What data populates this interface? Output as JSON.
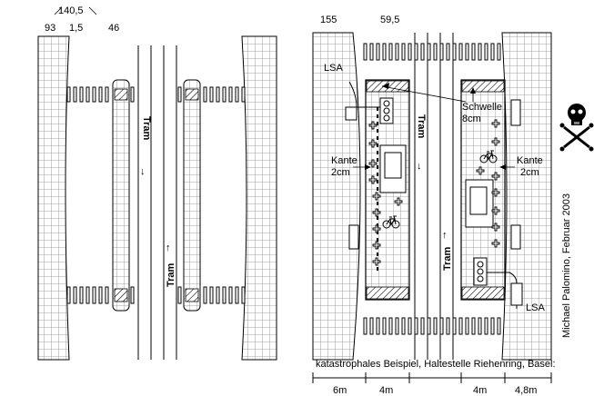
{
  "left_diagram": {
    "dim_total": "140,5",
    "dim_left": "93",
    "dim_middle": "1,5",
    "dim_right": "46",
    "tram_label_top": "Tram",
    "tram_label_bottom": "Tram"
  },
  "right_diagram": {
    "dim_left": "155",
    "dim_middle": "59,5",
    "lsa_label_top": "LSA",
    "lsa_label_bottom": "LSA",
    "schwelle_line1": "Schwelle",
    "schwelle_line2": "8cm",
    "kante_left_line1": "Kante",
    "kante_left_line2": "2cm",
    "kante_right_line1": "Kante",
    "kante_right_line2": "2cm",
    "tram_label_top": "Tram",
    "tram_label_bottom": "Tram",
    "credit": "Michael Palomino, Februar 2003",
    "caption": "katastrophales Beispiel, Haltestelle Riehenring, Basel:",
    "widths": [
      "6m",
      "4m",
      "4m",
      "4,8m"
    ]
  },
  "icons": {
    "danger": "skull-crossbones-icon",
    "bicycle": "bicycle-icon",
    "traffic_light": "traffic-light-icon",
    "pedestrian_cross": "cross-marker-icon"
  }
}
